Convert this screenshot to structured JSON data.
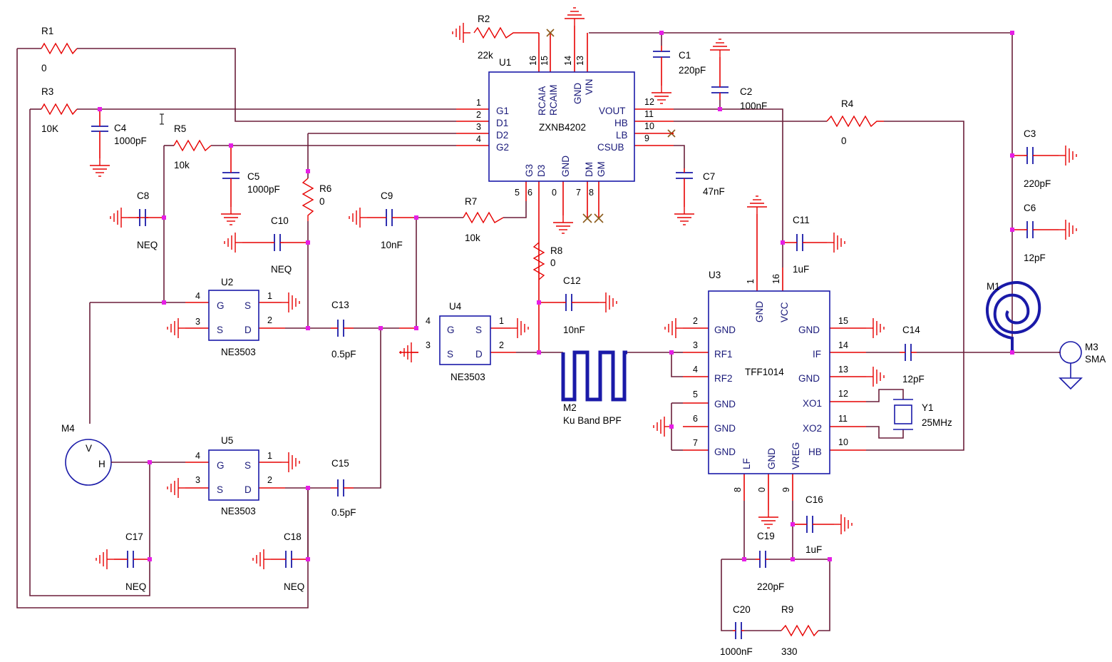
{
  "components": {
    "r1": {
      "ref": "R1",
      "value": "0"
    },
    "r2": {
      "ref": "R2",
      "value": "22k"
    },
    "r3": {
      "ref": "R3",
      "value": "10K"
    },
    "r4": {
      "ref": "R4",
      "value": "0"
    },
    "r5": {
      "ref": "R5",
      "value": "10k"
    },
    "r6": {
      "ref": "R6",
      "value": "0"
    },
    "r7": {
      "ref": "R7",
      "value": "10k"
    },
    "r8": {
      "ref": "R8",
      "value": "0"
    },
    "r9": {
      "ref": "R9",
      "value": "330"
    },
    "c1": {
      "ref": "C1",
      "value": "220pF"
    },
    "c2": {
      "ref": "C2",
      "value": "100nF"
    },
    "c3": {
      "ref": "C3",
      "value": "220pF"
    },
    "c4": {
      "ref": "C4",
      "value": "1000pF"
    },
    "c5": {
      "ref": "C5",
      "value": "1000pF"
    },
    "c6": {
      "ref": "C6",
      "value": "12pF"
    },
    "c7": {
      "ref": "C7",
      "value": "47nF"
    },
    "c8": {
      "ref": "C8",
      "value": "NEQ"
    },
    "c9": {
      "ref": "C9",
      "value": "10nF"
    },
    "c10": {
      "ref": "C10",
      "value": "NEQ"
    },
    "c11": {
      "ref": "C11",
      "value": "1uF"
    },
    "c12": {
      "ref": "C12",
      "value": "10nF"
    },
    "c13": {
      "ref": "C13",
      "value": "0.5pF"
    },
    "c14": {
      "ref": "C14",
      "value": "12pF"
    },
    "c15": {
      "ref": "C15",
      "value": "0.5pF"
    },
    "c16": {
      "ref": "C16",
      "value": "1uF"
    },
    "c17": {
      "ref": "C17",
      "value": "NEQ"
    },
    "c18": {
      "ref": "C18",
      "value": "NEQ"
    },
    "c19": {
      "ref": "C19",
      "value": "220pF"
    },
    "c20": {
      "ref": "C20",
      "value": "1000nF"
    },
    "u1": {
      "ref": "U1",
      "part": "ZXNB4202",
      "pins": {
        "p1": "1",
        "p2": "2",
        "p3": "3",
        "p4": "4",
        "p5": "5",
        "p6": "6",
        "p7": "7",
        "p8": "8",
        "p9": "9",
        "p10": "10",
        "p11": "11",
        "p12": "12",
        "p13": "13",
        "p14": "14",
        "p15": "15",
        "p16": "16",
        "p0": "0"
      },
      "labels": {
        "g1": "G1",
        "d1": "D1",
        "d2": "D2",
        "g2": "G2",
        "vout": "VOUT",
        "hb": "HB",
        "lb": "LB",
        "csub": "CSUB",
        "rcaia": "RCAIA",
        "rcaim": "RCAIM",
        "gnd_top": "GND",
        "vin": "VIN",
        "g3": "G3",
        "d3": "D3",
        "gnd_bot": "GND",
        "dm": "DM",
        "gm": "GM"
      }
    },
    "u2": {
      "ref": "U2",
      "part": "NE3503"
    },
    "u4": {
      "ref": "U4",
      "part": "NE3503"
    },
    "u5": {
      "ref": "U5",
      "part": "NE3503"
    },
    "fet_labels": {
      "g": "G",
      "s": "S",
      "d": "D",
      "p1": "1",
      "p2": "2",
      "p3": "3",
      "p4": "4"
    },
    "u3": {
      "ref": "U3",
      "part": "TFF1014",
      "pins": {
        "p1": "1",
        "p2": "2",
        "p3": "3",
        "p4": "4",
        "p5": "5",
        "p6": "6",
        "p7": "7",
        "p8": "8",
        "p0": "0",
        "p9": "9",
        "p10": "10",
        "p11": "11",
        "p12": "12",
        "p13": "13",
        "p14": "14",
        "p15": "15",
        "p16": "16"
      },
      "labels": {
        "gnd": "GND",
        "vcc": "VCC",
        "rf1": "RF1",
        "rf2": "RF2",
        "if": "IF",
        "xo1": "XO1",
        "xo2": "XO2",
        "hb": "HB",
        "lf": "LF",
        "vreg": "VREG"
      }
    },
    "m1": {
      "ref": "M1"
    },
    "m2": {
      "ref": "M2",
      "value": "Ku Band BPF"
    },
    "m3": {
      "ref": "M3",
      "value": "SMA"
    },
    "m4": {
      "ref": "M4",
      "v": "V",
      "h": "H"
    },
    "y1": {
      "ref": "Y1",
      "value": "25MHz"
    }
  }
}
